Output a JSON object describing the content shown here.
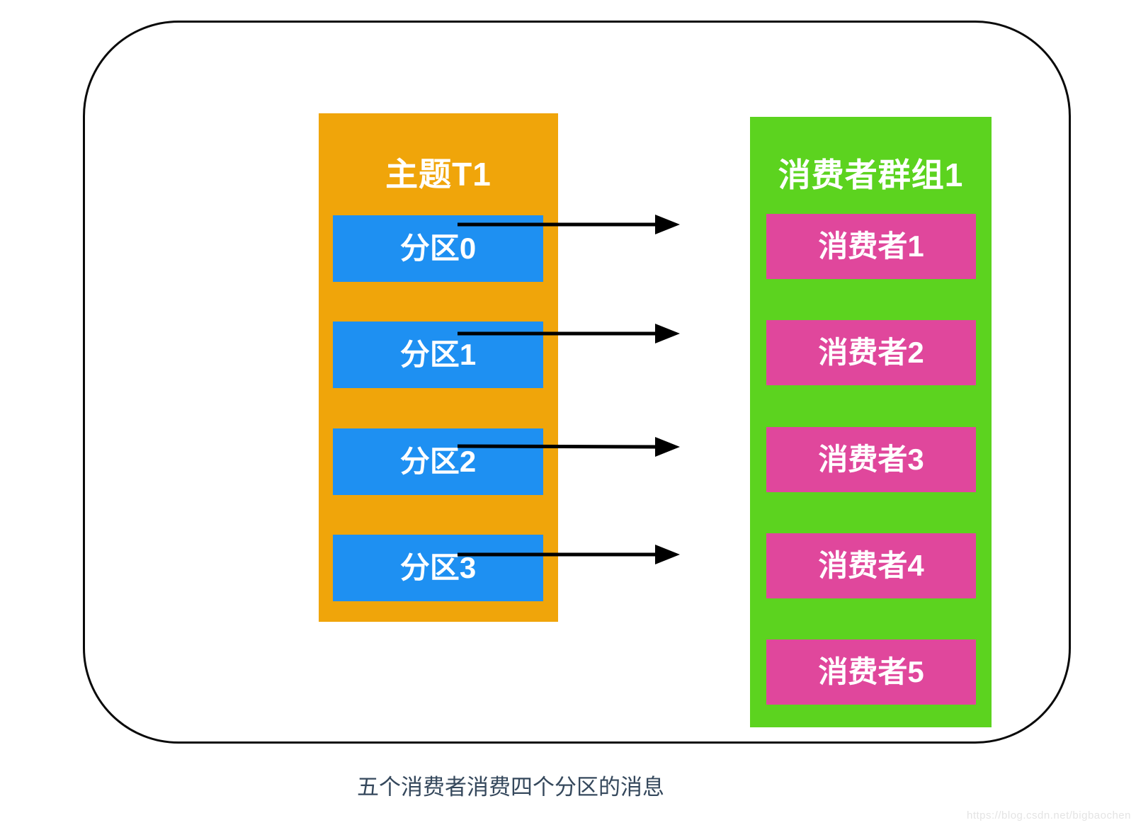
{
  "diagram": {
    "topic": {
      "title": "主题T1",
      "partitions": [
        {
          "label": "分区0"
        },
        {
          "label": "分区1"
        },
        {
          "label": "分区2"
        },
        {
          "label": "分区3"
        }
      ]
    },
    "consumer_group": {
      "title": "消费者群组1",
      "consumers": [
        {
          "label": "消费者1"
        },
        {
          "label": "消费者2"
        },
        {
          "label": "消费者3"
        },
        {
          "label": "消费者4"
        },
        {
          "label": "消费者5"
        }
      ]
    },
    "connections": [
      {
        "from": "分区0",
        "to": "消费者1"
      },
      {
        "from": "分区1",
        "to": "消费者2"
      },
      {
        "from": "分区2",
        "to": "消费者3"
      },
      {
        "from": "分区3",
        "to": "消费者4"
      }
    ],
    "colors": {
      "topic_panel": "#F0A50A",
      "partition_node": "#1E90F2",
      "consumer_group_panel": "#5CD31F",
      "consumer_node": "#E0479C",
      "arrow": "#000000",
      "caption_text": "#35485C"
    }
  },
  "caption": "五个消费者消费四个分区的消息",
  "watermark": "https://blog.csdn.net/bigbaochen"
}
